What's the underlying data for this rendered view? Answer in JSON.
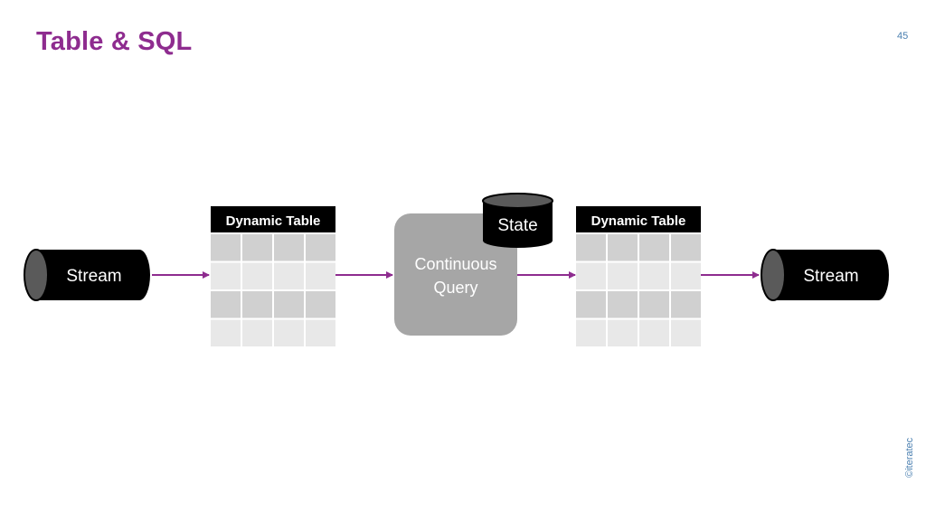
{
  "slide": {
    "title": "Table & SQL",
    "page_number": "45",
    "copyright": "©iteratec"
  },
  "diagram": {
    "stream_in": "Stream",
    "table_in_header": "Dynamic Table",
    "query_label_line1": "Continuous",
    "query_label_line2": "Query",
    "state_label": "State",
    "table_out_header": "Dynamic Table",
    "stream_out": "Stream"
  },
  "colors": {
    "title": "#8e2c8f",
    "arrow": "#8e2c8f",
    "page_number": "#4a7fb0",
    "query_box": "#a6a6a6",
    "table_dark": "#d0d0d0",
    "table_light": "#e8e8e8",
    "cylinder": "#000000",
    "cylinder_cap": "#5a5a5a"
  }
}
